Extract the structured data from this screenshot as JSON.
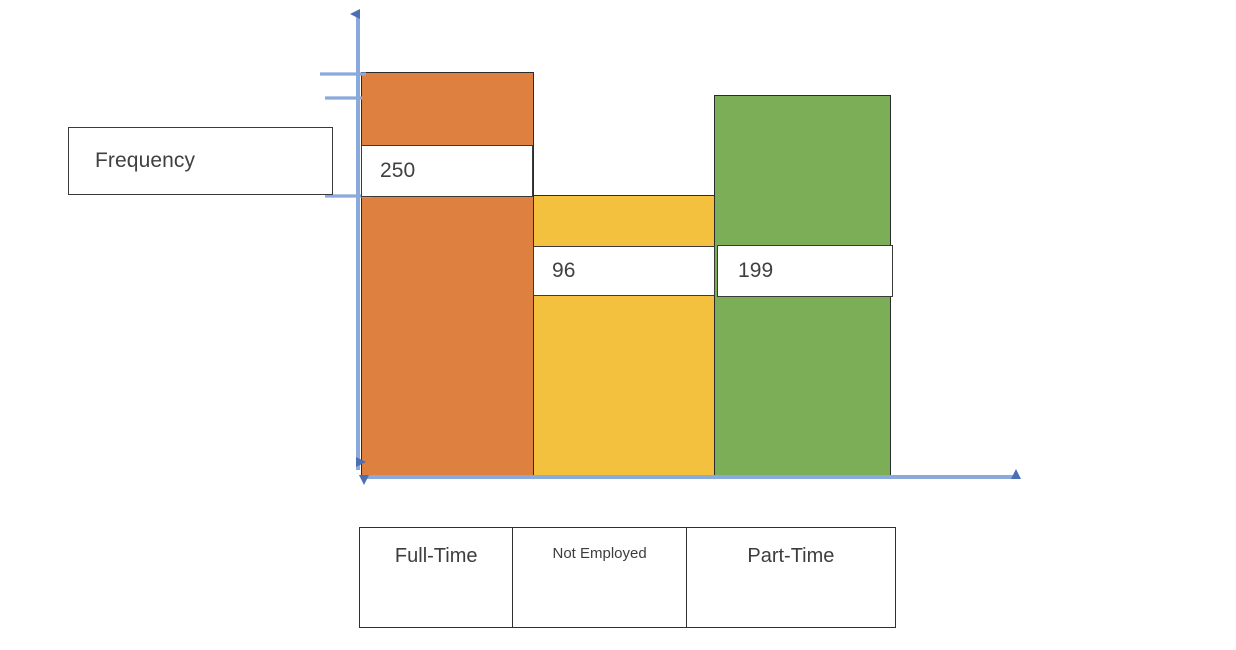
{
  "chart_data": {
    "type": "bar",
    "title": "",
    "xlabel": "",
    "ylabel": "Frequency",
    "categories": [
      "Full-Time",
      "Not Employed",
      "Part-Time"
    ],
    "values": [
      250,
      96,
      199
    ],
    "value_labels": [
      "250",
      "96",
      "199"
    ],
    "series": [
      {
        "name": "Frequency",
        "values": [
          250,
          96,
          199
        ]
      }
    ],
    "colors": [
      "#DD8040",
      "#F3C13D",
      "#7BAE56"
    ],
    "axis_color": "#6A8FCC",
    "bar_outline_color": "#2B2B2B",
    "grid": false,
    "legend": "none",
    "ylim": [
      0,
      270
    ],
    "axis_arrows": {
      "y_up": true,
      "y_down": true,
      "x_left": true,
      "x_right": true
    },
    "y_ticks_unlabeled": 2,
    "notes": "Hand-drawn style bar chart; value callout boxes overlay each bar and category names appear in a table below the horizontal axis."
  },
  "axis_title": {
    "label": "Frequency"
  },
  "bars": [
    {
      "name": "full-time",
      "label": "Full-Time",
      "value": "250",
      "color": "#DD8040"
    },
    {
      "name": "not-employed",
      "label": "Not Employed",
      "value": "96",
      "color": "#F3C13D"
    },
    {
      "name": "part-time",
      "label": "Part-Time",
      "value": "199",
      "color": "#7BAE56"
    }
  ]
}
